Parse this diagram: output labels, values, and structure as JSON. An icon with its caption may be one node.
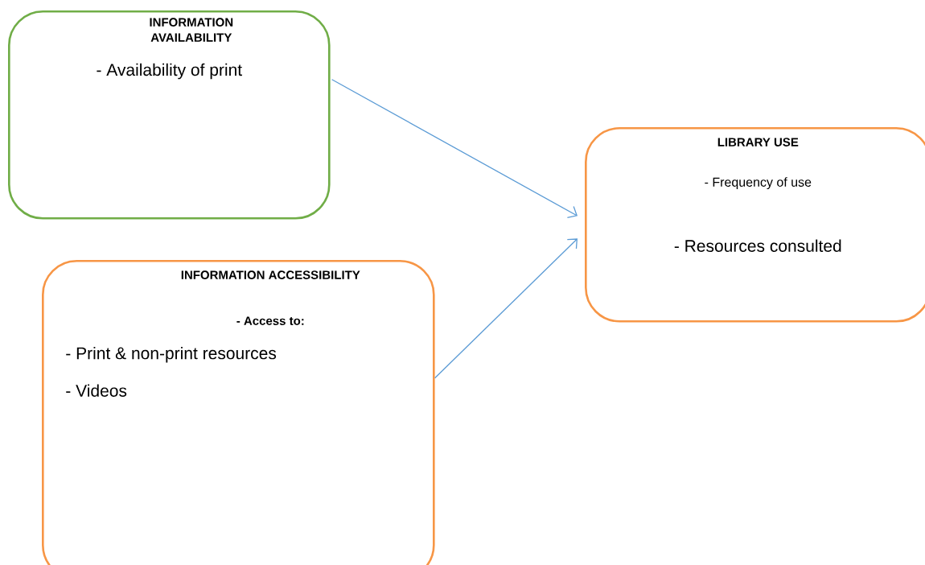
{
  "diagram": {
    "nodes": [
      {
        "text": [
          "INFORMATION AVAILABILITY",
          "- Availability of print"
        ]
      },
      {
        "text": [
          "INFORMATION ACCESSIBILITY",
          "- Access to:",
          "- Print & non-print resources",
          "- Videos"
        ]
      },
      {
        "text": [
          "LIBRARY USE",
          "- Frequency of use",
          "- Resources consulted"
        ]
      }
    ],
    "edges": [
      {
        "from": 0,
        "to": 2,
        "arrow": "to"
      },
      {
        "from": 1,
        "to": 2,
        "arrow": "to"
      }
    ]
  }
}
